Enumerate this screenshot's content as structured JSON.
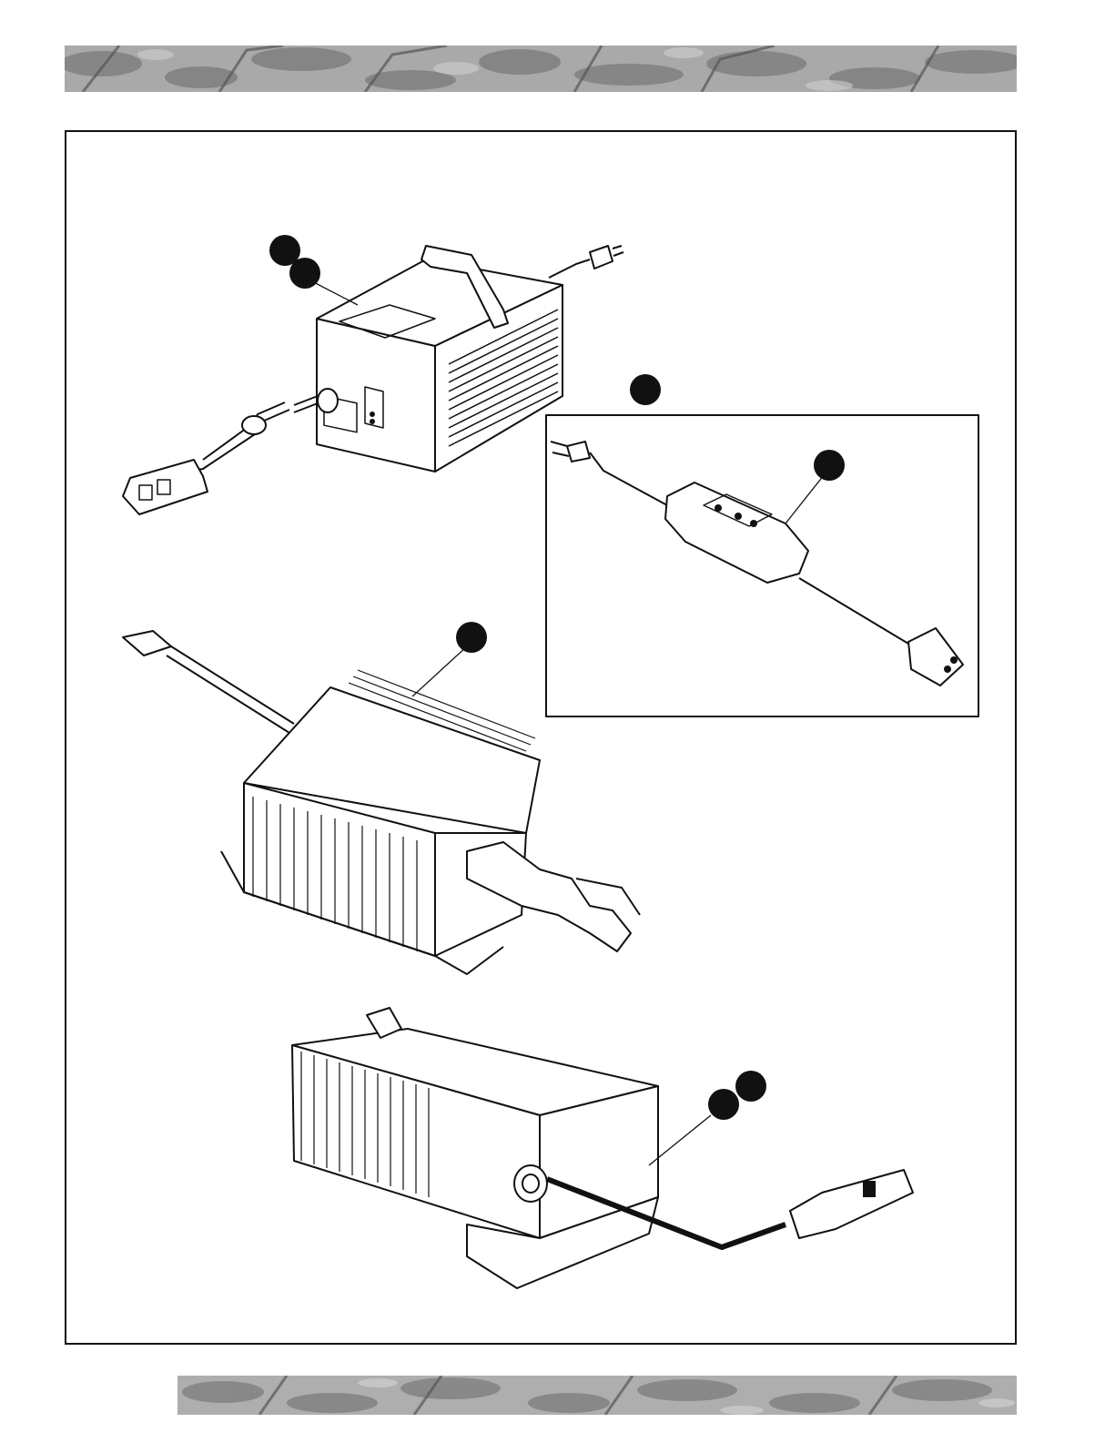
{
  "page": {
    "header_banner": {
      "pattern": "camouflage-foliage",
      "color": "#9a9a9a"
    },
    "footer_banner": {
      "pattern": "camouflage-foliage",
      "color": "#9a9a9a"
    }
  },
  "figure": {
    "callouts": [
      {
        "id": "callout-1a",
        "label": ""
      },
      {
        "id": "callout-1b",
        "label": ""
      },
      {
        "id": "callout-2",
        "label": ""
      },
      {
        "id": "callout-3",
        "label": ""
      },
      {
        "id": "callout-4",
        "label": ""
      },
      {
        "id": "callout-5a",
        "label": ""
      },
      {
        "id": "callout-5b",
        "label": ""
      }
    ],
    "items": [
      {
        "name": "charger-box-unit",
        "icon": "battery-charger-icon"
      },
      {
        "name": "inline-charger-cord",
        "icon": "inline-charger-icon"
      },
      {
        "name": "finned-charger-with-harness",
        "icon": "finned-charger-icon"
      },
      {
        "name": "finned-charger-with-plug",
        "icon": "finned-charger-icon"
      }
    ]
  }
}
